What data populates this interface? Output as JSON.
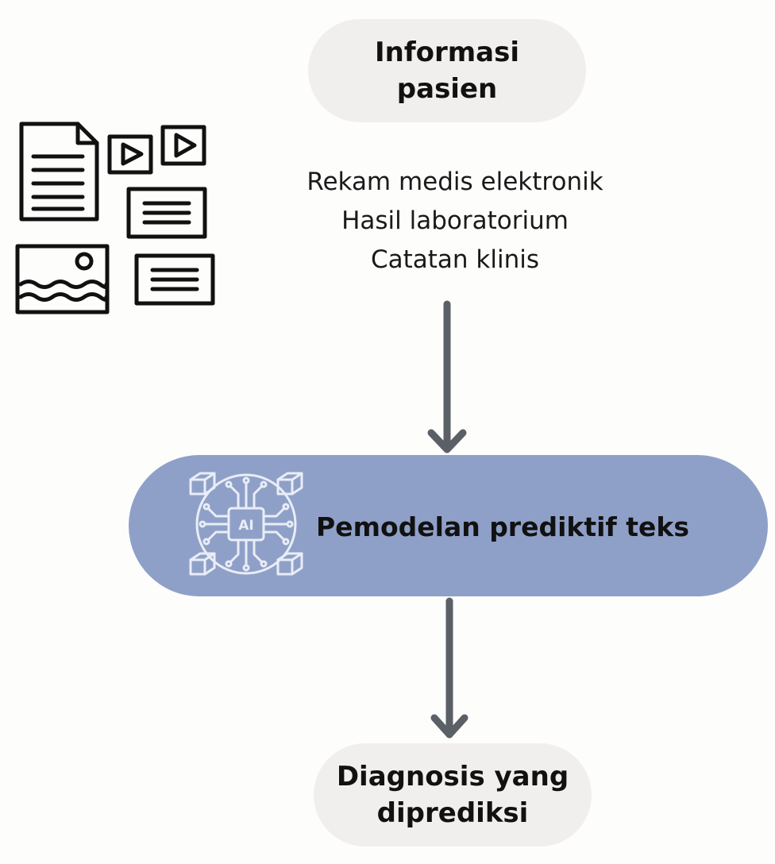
{
  "nodes": {
    "patient_info": {
      "line1": "Informasi",
      "line2": "pasien"
    },
    "sources": [
      "Rekam medis elektronik",
      "Hasil laboratorium",
      "Catatan klinis"
    ],
    "model": {
      "label": "Pemodelan prediktif teks",
      "chip_text": "AI"
    },
    "diagnosis": {
      "line1": "Diagnosis yang",
      "line2": "diprediksi"
    }
  },
  "edges": [
    {
      "from": "sources",
      "to": "model"
    },
    {
      "from": "model",
      "to": "diagnosis"
    }
  ],
  "icons": {
    "documents": "documents-collection-icon",
    "ai": "ai-chip-icon"
  },
  "colors": {
    "pill": "#f1efed",
    "model_box": "#8fa0c8",
    "arrow": "#5b6067",
    "ai_icon": "#e9edf6"
  }
}
